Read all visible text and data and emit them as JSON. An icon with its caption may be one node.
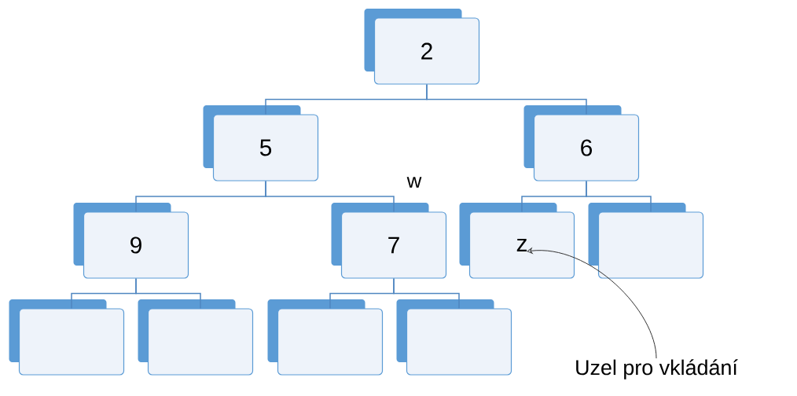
{
  "diagram": {
    "nodes": [
      {
        "text": [
          "2"
        ]
      },
      {
        "text": [
          "5"
        ]
      },
      {
        "text": [
          "6"
        ]
      },
      {
        "text": [
          "9"
        ]
      },
      {
        "text": [
          "7"
        ]
      },
      {
        "text": [
          "z"
        ]
      },
      {
        "text": [],
        "shape": "box"
      },
      {
        "text": [],
        "shape": "box"
      },
      {
        "text": [],
        "shape": "box"
      },
      {
        "text": [],
        "shape": "box"
      },
      {
        "text": [],
        "shape": "box"
      },
      {
        "text": [
          "Uzel pro vkládání"
        ]
      }
    ],
    "edges": [
      {
        "from": 0,
        "to": 1,
        "arrow": "none"
      },
      {
        "from": 0,
        "to": 2,
        "arrow": "none"
      },
      {
        "from": 1,
        "to": 3,
        "arrow": "none"
      },
      {
        "from": 1,
        "to": 4,
        "arrow": "none"
      },
      {
        "from": 2,
        "to": 5,
        "arrow": "none"
      },
      {
        "from": 2,
        "to": 6,
        "arrow": "none"
      },
      {
        "from": 3,
        "to": 7,
        "arrow": "none"
      },
      {
        "from": 3,
        "to": 8,
        "arrow": "none"
      },
      {
        "from": 4,
        "to": 9,
        "arrow": "none"
      },
      {
        "from": 4,
        "to": 10,
        "arrow": "none"
      },
      {
        "from": 11,
        "to": 5,
        "arrow": "to",
        "color": "#333333"
      }
    ],
    "labels": [
      "w"
    ]
  }
}
